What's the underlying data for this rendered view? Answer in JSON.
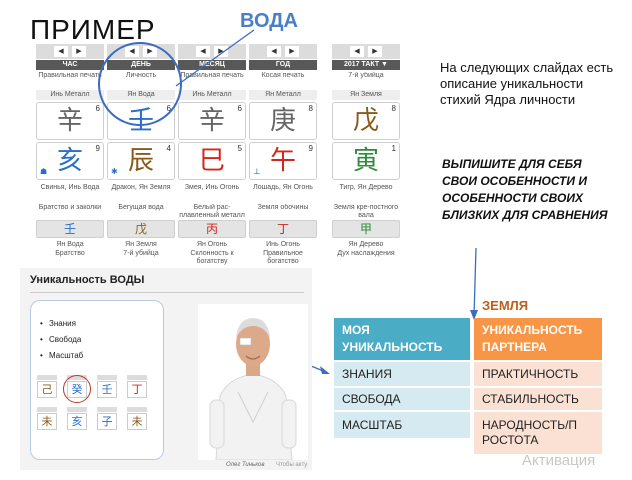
{
  "slide": {
    "title": "ПРИМЕР",
    "highlight_label": "ВОДА",
    "intro": "На следующих слайдах есть описание уникальности стихий Ядра личности",
    "instruction": "ВЫПИШИТЕ ДЛЯ СЕБЯ СВОИ ОСОБЕННОСТИ И ОСОБЕННОСТИ СВОИХ БЛИЗКИХ ДЛЯ СРАВНЕНИЯ",
    "watermark": "Активация"
  },
  "colors": {
    "water_blue": "#2a6fc9",
    "metal_gray": "#666666",
    "fire_red": "#d0281e",
    "earth_brown": "#8b5a1a",
    "wood_green": "#2e8b3c",
    "my_header": "#4bacc6",
    "my_cell": "#d6eaf1",
    "partner_header": "#f79646",
    "partner_cell": "#fbe1d4"
  },
  "chart": {
    "year_label": "2017 ТАКТ ▼",
    "arrows": [
      "◀",
      "▶"
    ],
    "columns": [
      {
        "label": "ЧАС",
        "top_text": "Правильная печать",
        "top_element": "Инь Металл",
        "stem": "辛",
        "stem_num": "6",
        "stem_color": "#666666",
        "branch": "亥",
        "branch_num": "9",
        "branch_color": "#2a6fc9",
        "branch_sign": "☗",
        "desc": "Свинья, Инь Вода",
        "star": "Братство и заколки",
        "hidden": "壬",
        "hidden_color": "#2a6fc9",
        "hidden_label": "Ян Вода",
        "last": "Братство"
      },
      {
        "label": "ДЕНЬ",
        "top_text": "Личность",
        "top_element": "Ян Вода",
        "stem": "壬",
        "stem_num": "6",
        "stem_color": "#2a6fc9",
        "branch": "辰",
        "branch_num": "4",
        "branch_color": "#8b5a1a",
        "branch_sign": "✱",
        "desc": "Дракон, Ян Земля",
        "star": "Бегущая вода",
        "hidden": "戊",
        "hidden_color": "#8b5a1a",
        "hidden_label": "Ян Земля",
        "last": "7-й убийца"
      },
      {
        "label": "МЕСЯЦ",
        "top_text": "Правильная печать",
        "top_element": "Инь Металл",
        "stem": "辛",
        "stem_num": "6",
        "stem_color": "#666666",
        "branch": "巳",
        "branch_num": "5",
        "branch_color": "#d0281e",
        "branch_sign": "",
        "desc": "Змея, Инь Огонь",
        "star": "Белый рас-плавленный металл",
        "hidden": "丙",
        "hidden_color": "#d0281e",
        "hidden_label": "Ян Огонь",
        "last": "Склонность к богатству"
      },
      {
        "label": "ГОД",
        "top_text": "Косая печать",
        "top_element": "Ян Металл",
        "stem": "庚",
        "stem_num": "8",
        "stem_color": "#666666",
        "branch": "午",
        "branch_num": "9",
        "branch_color": "#d0281e",
        "branch_sign": "⊥",
        "desc": "Лошадь, Ян Огонь",
        "star": "Земля обочины",
        "hidden": "丁",
        "hidden_color": "#d0281e",
        "hidden_label": "Инь Огонь",
        "last": "Правильное богатство"
      },
      {
        "label": "",
        "top_text": "7-й убийца",
        "top_element": "Ян Земля",
        "stem": "戊",
        "stem_num": "8",
        "stem_color": "#8b5a1a",
        "branch": "寅",
        "branch_num": "1",
        "branch_color": "#2e8b3c",
        "branch_sign": "",
        "desc": "Тигр, Ян Дерево",
        "star": "Земля кре-постного вала",
        "hidden": "甲",
        "hidden_color": "#2e8b3c",
        "hidden_label": "Ян Дерево",
        "last": "Дух наслаждения"
      }
    ]
  },
  "inset": {
    "title": "Уникальность ВОДЫ",
    "bullets": [
      "Знания",
      "Свобода",
      "Масштаб"
    ],
    "mini_top": [
      {
        "char": "己",
        "color": "#8b5a1a"
      },
      {
        "char": "癸",
        "color": "#2a6fc9"
      },
      {
        "char": "壬",
        "color": "#2a6fc9"
      },
      {
        "char": "丁",
        "color": "#d0281e"
      }
    ],
    "mini_bottom": [
      {
        "char": "未",
        "color": "#8b5a1a"
      },
      {
        "char": "亥",
        "color": "#2a6fc9"
      },
      {
        "char": "子",
        "color": "#2a6fc9"
      },
      {
        "char": "未",
        "color": "#8b5a1a"
      }
    ],
    "caption": "Олег Тиньков",
    "caption2": "Чтобы акту"
  },
  "tables": {
    "earth_label": "ЗЕМЛЯ",
    "mine": {
      "header": "МОЯ УНИКАЛЬНОСТЬ",
      "rows": [
        "ЗНАНИЯ",
        "СВОБОДА",
        "МАСШТАБ"
      ]
    },
    "partner": {
      "header": "УНИКАЛЬНОСТЬ ПАРТНЕРА",
      "rows": [
        "ПРАКТИЧНОСТЬ",
        "СТАБИЛЬНОСТЬ",
        "НАРОДНОСТЬ/П РОСТОТА"
      ]
    }
  }
}
